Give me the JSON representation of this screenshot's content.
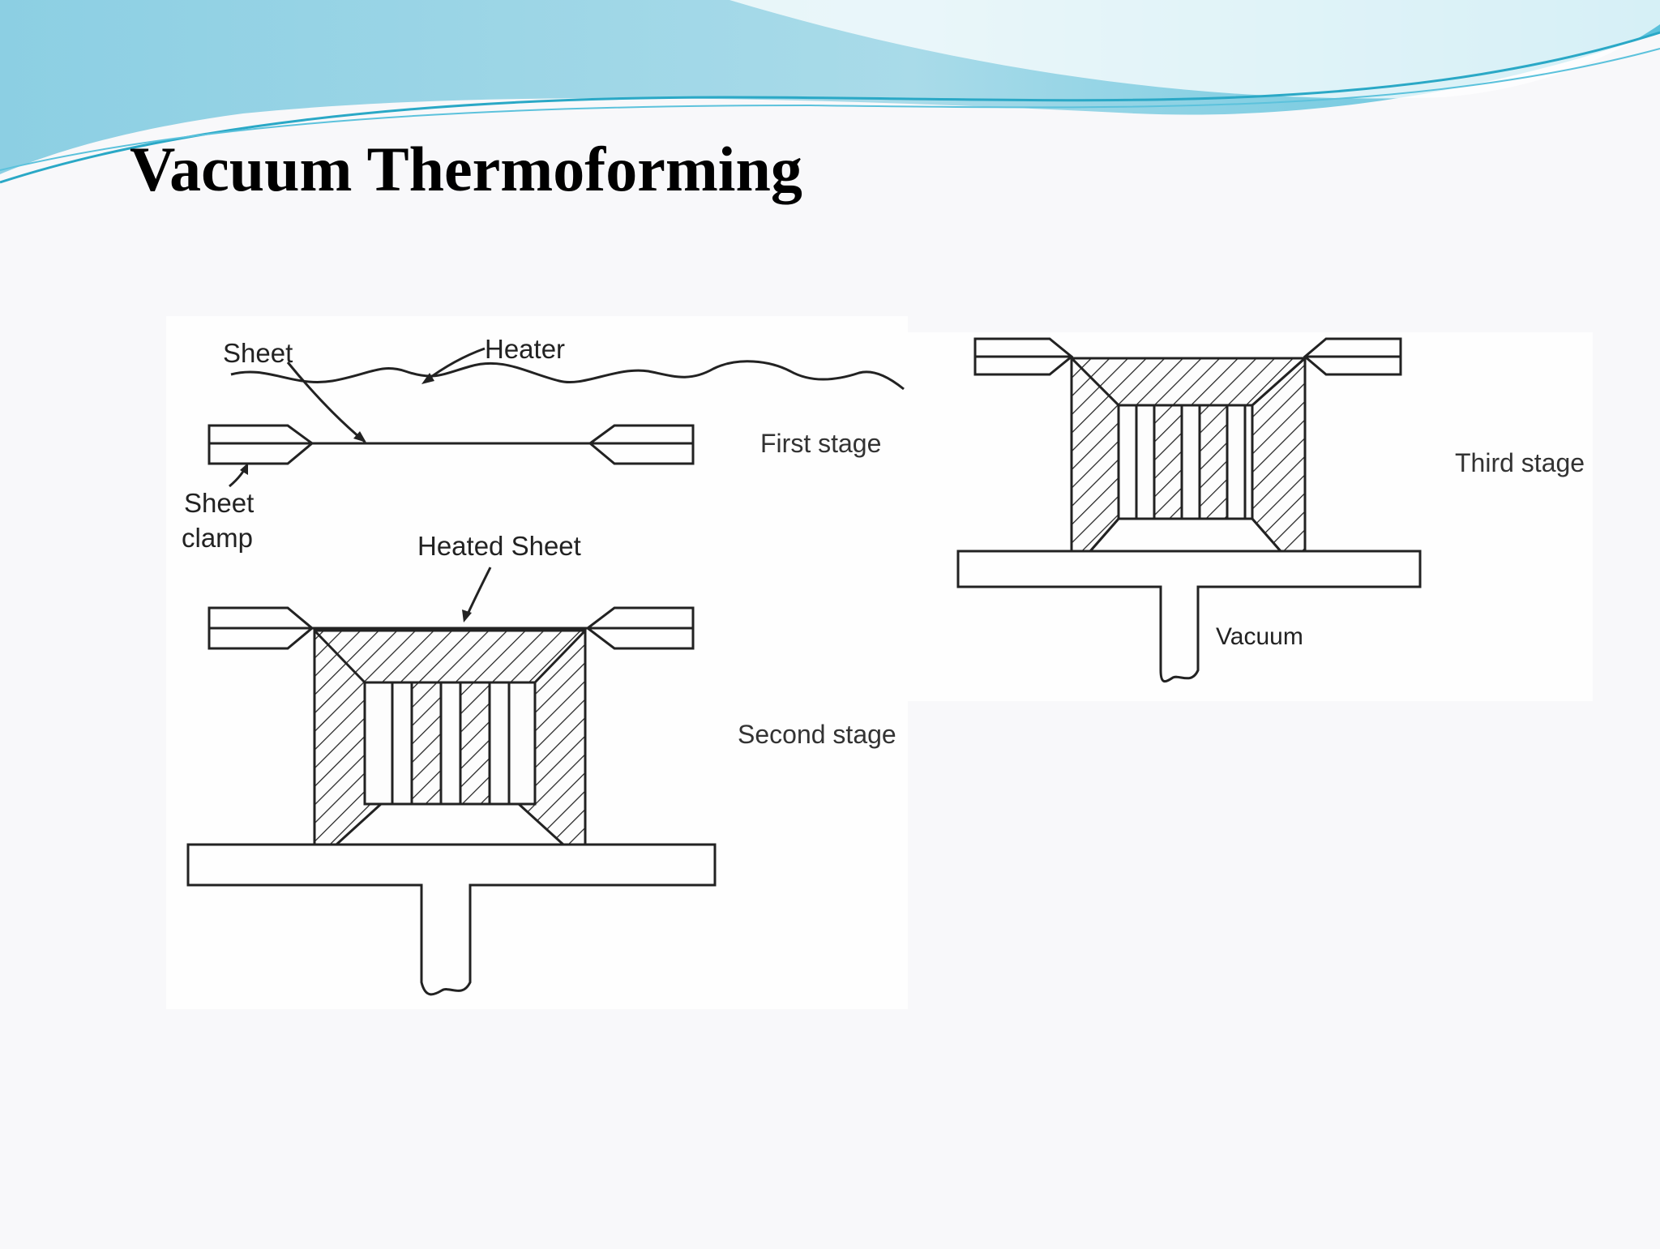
{
  "slide": {
    "title": "Vacuum Thermoforming",
    "banner_colors": [
      "#8ccfe3",
      "#5cc2dc",
      "#2aa8c6"
    ]
  },
  "diagram": {
    "labels": {
      "sheet": "Sheet",
      "heater": "Heater",
      "sheet_clamp_line1": "Sheet",
      "sheet_clamp_line2": "clamp",
      "heated_sheet": "Heated Sheet",
      "first_stage": "First stage",
      "second_stage": "Second stage",
      "third_stage": "Third stage",
      "vacuum": "Vacuum"
    }
  }
}
